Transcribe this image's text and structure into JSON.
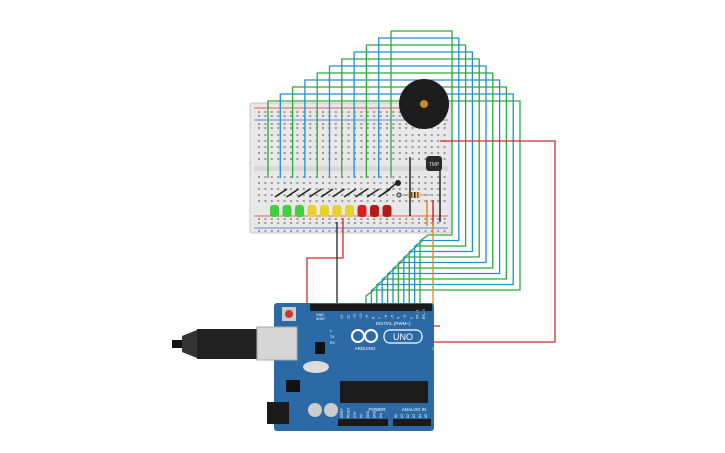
{
  "board": {
    "digital_label": "DIGITAL (PWM~)",
    "arduino_label": "ARDUINO",
    "model_label": "UNO",
    "power_label": "POWER",
    "analog_label": "ANALOG IN",
    "aref_label": "AREF",
    "gnd_label": "GND",
    "tx_label": "TX",
    "rx_label": "RX",
    "l_label": "L",
    "on_label": "ON",
    "digital_pins": [
      "13",
      "12",
      "~11",
      "~10",
      "~9",
      "8",
      "7",
      "~6",
      "~5",
      "4",
      "~3",
      "2",
      "TX→1",
      "RX←0"
    ],
    "power_pins": [
      "IOREF",
      "RESET",
      "3.3V",
      "5V",
      "GND",
      "GND",
      "Vin"
    ],
    "analog_pins": [
      "A0",
      "A1",
      "A2",
      "A3",
      "A4",
      "A5"
    ]
  },
  "sensor": {
    "label": "TMP"
  },
  "leds": {
    "colors": [
      "#3fcf3f",
      "#3fcf3f",
      "#3fcf3f",
      "#e6d22a",
      "#e6d22a",
      "#e6d22a",
      "#e6d22a",
      "#d62020",
      "#b81818",
      "#b81818"
    ]
  },
  "wires": {
    "blue": "#1f8fd6",
    "green": "#2ea83a",
    "red": "#d12b2b",
    "black": "#222222",
    "orange": "#e08a1e"
  },
  "colors": {
    "board_blue": "#2b6aa5",
    "breadboard": "#e9e9e9"
  }
}
